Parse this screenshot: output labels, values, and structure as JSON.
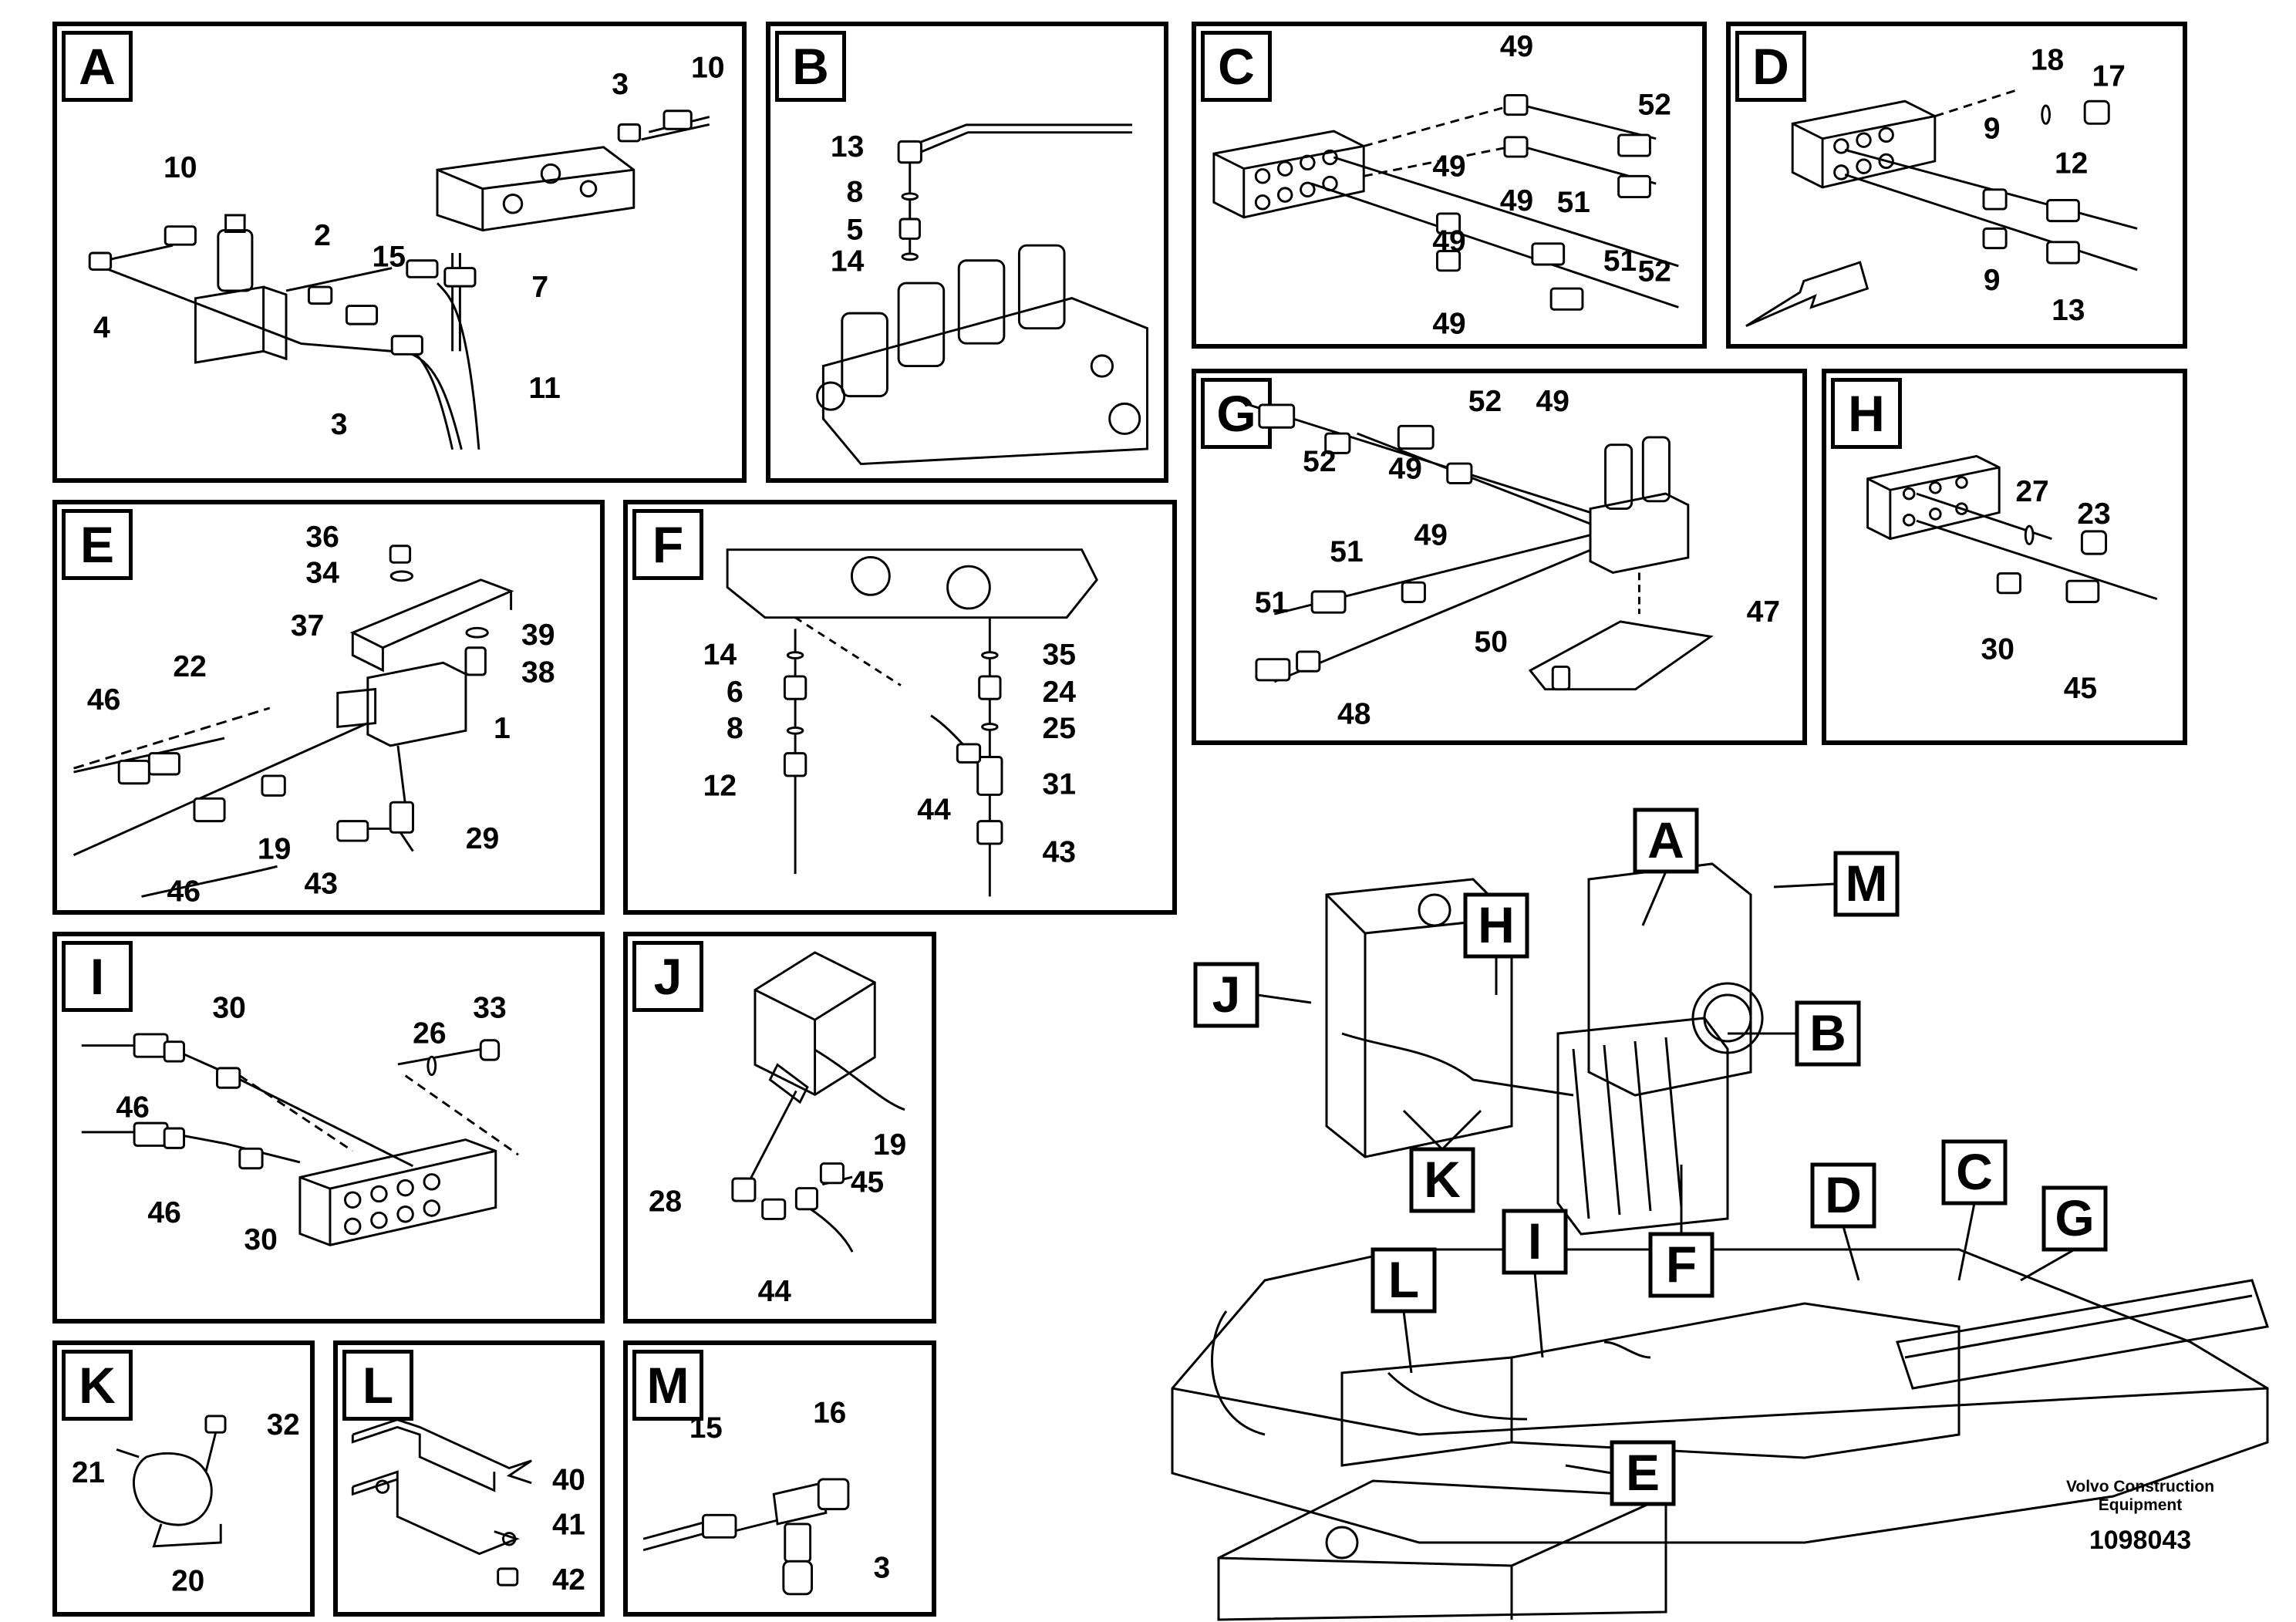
{
  "brand": {
    "line1": "Volvo Construction",
    "line2": "Equipment",
    "drawing_number": "1098043"
  },
  "panels": {
    "A": {
      "letter": "A",
      "labels": [
        "3",
        "10",
        "10",
        "2",
        "15",
        "7",
        "4",
        "3",
        "11"
      ]
    },
    "B": {
      "letter": "B",
      "labels": [
        "13",
        "8",
        "5",
        "14"
      ]
    },
    "C": {
      "letter": "C",
      "labels": [
        "49",
        "52",
        "49",
        "49",
        "51",
        "49",
        "51",
        "52",
        "49"
      ]
    },
    "D": {
      "letter": "D",
      "labels": [
        "18",
        "17",
        "9",
        "12",
        "9",
        "13"
      ]
    },
    "E": {
      "letter": "E",
      "labels": [
        "36",
        "34",
        "37",
        "39",
        "38",
        "22",
        "46",
        "1",
        "19",
        "29",
        "46",
        "43"
      ]
    },
    "F": {
      "letter": "F",
      "labels": [
        "14",
        "35",
        "6",
        "24",
        "8",
        "25",
        "12",
        "31",
        "44",
        "43"
      ]
    },
    "G": {
      "letter": "G",
      "labels": [
        "52",
        "49",
        "52",
        "49",
        "51",
        "49",
        "51",
        "47",
        "50",
        "48"
      ]
    },
    "H": {
      "letter": "H",
      "labels": [
        "27",
        "23",
        "30",
        "45"
      ]
    },
    "I": {
      "letter": "I",
      "labels": [
        "30",
        "33",
        "26",
        "46",
        "46",
        "30"
      ]
    },
    "J": {
      "letter": "J",
      "labels": [
        "19",
        "45",
        "28",
        "44"
      ]
    },
    "K": {
      "letter": "K",
      "labels": [
        "21",
        "32",
        "20"
      ]
    },
    "L": {
      "letter": "L",
      "labels": [
        "40",
        "41",
        "42"
      ]
    },
    "M": {
      "letter": "M",
      "labels": [
        "16",
        "15",
        "3"
      ]
    }
  },
  "overview": {
    "tags": [
      "A",
      "M",
      "H",
      "J",
      "B",
      "K",
      "D",
      "C",
      "G",
      "L",
      "I",
      "F",
      "E"
    ]
  }
}
